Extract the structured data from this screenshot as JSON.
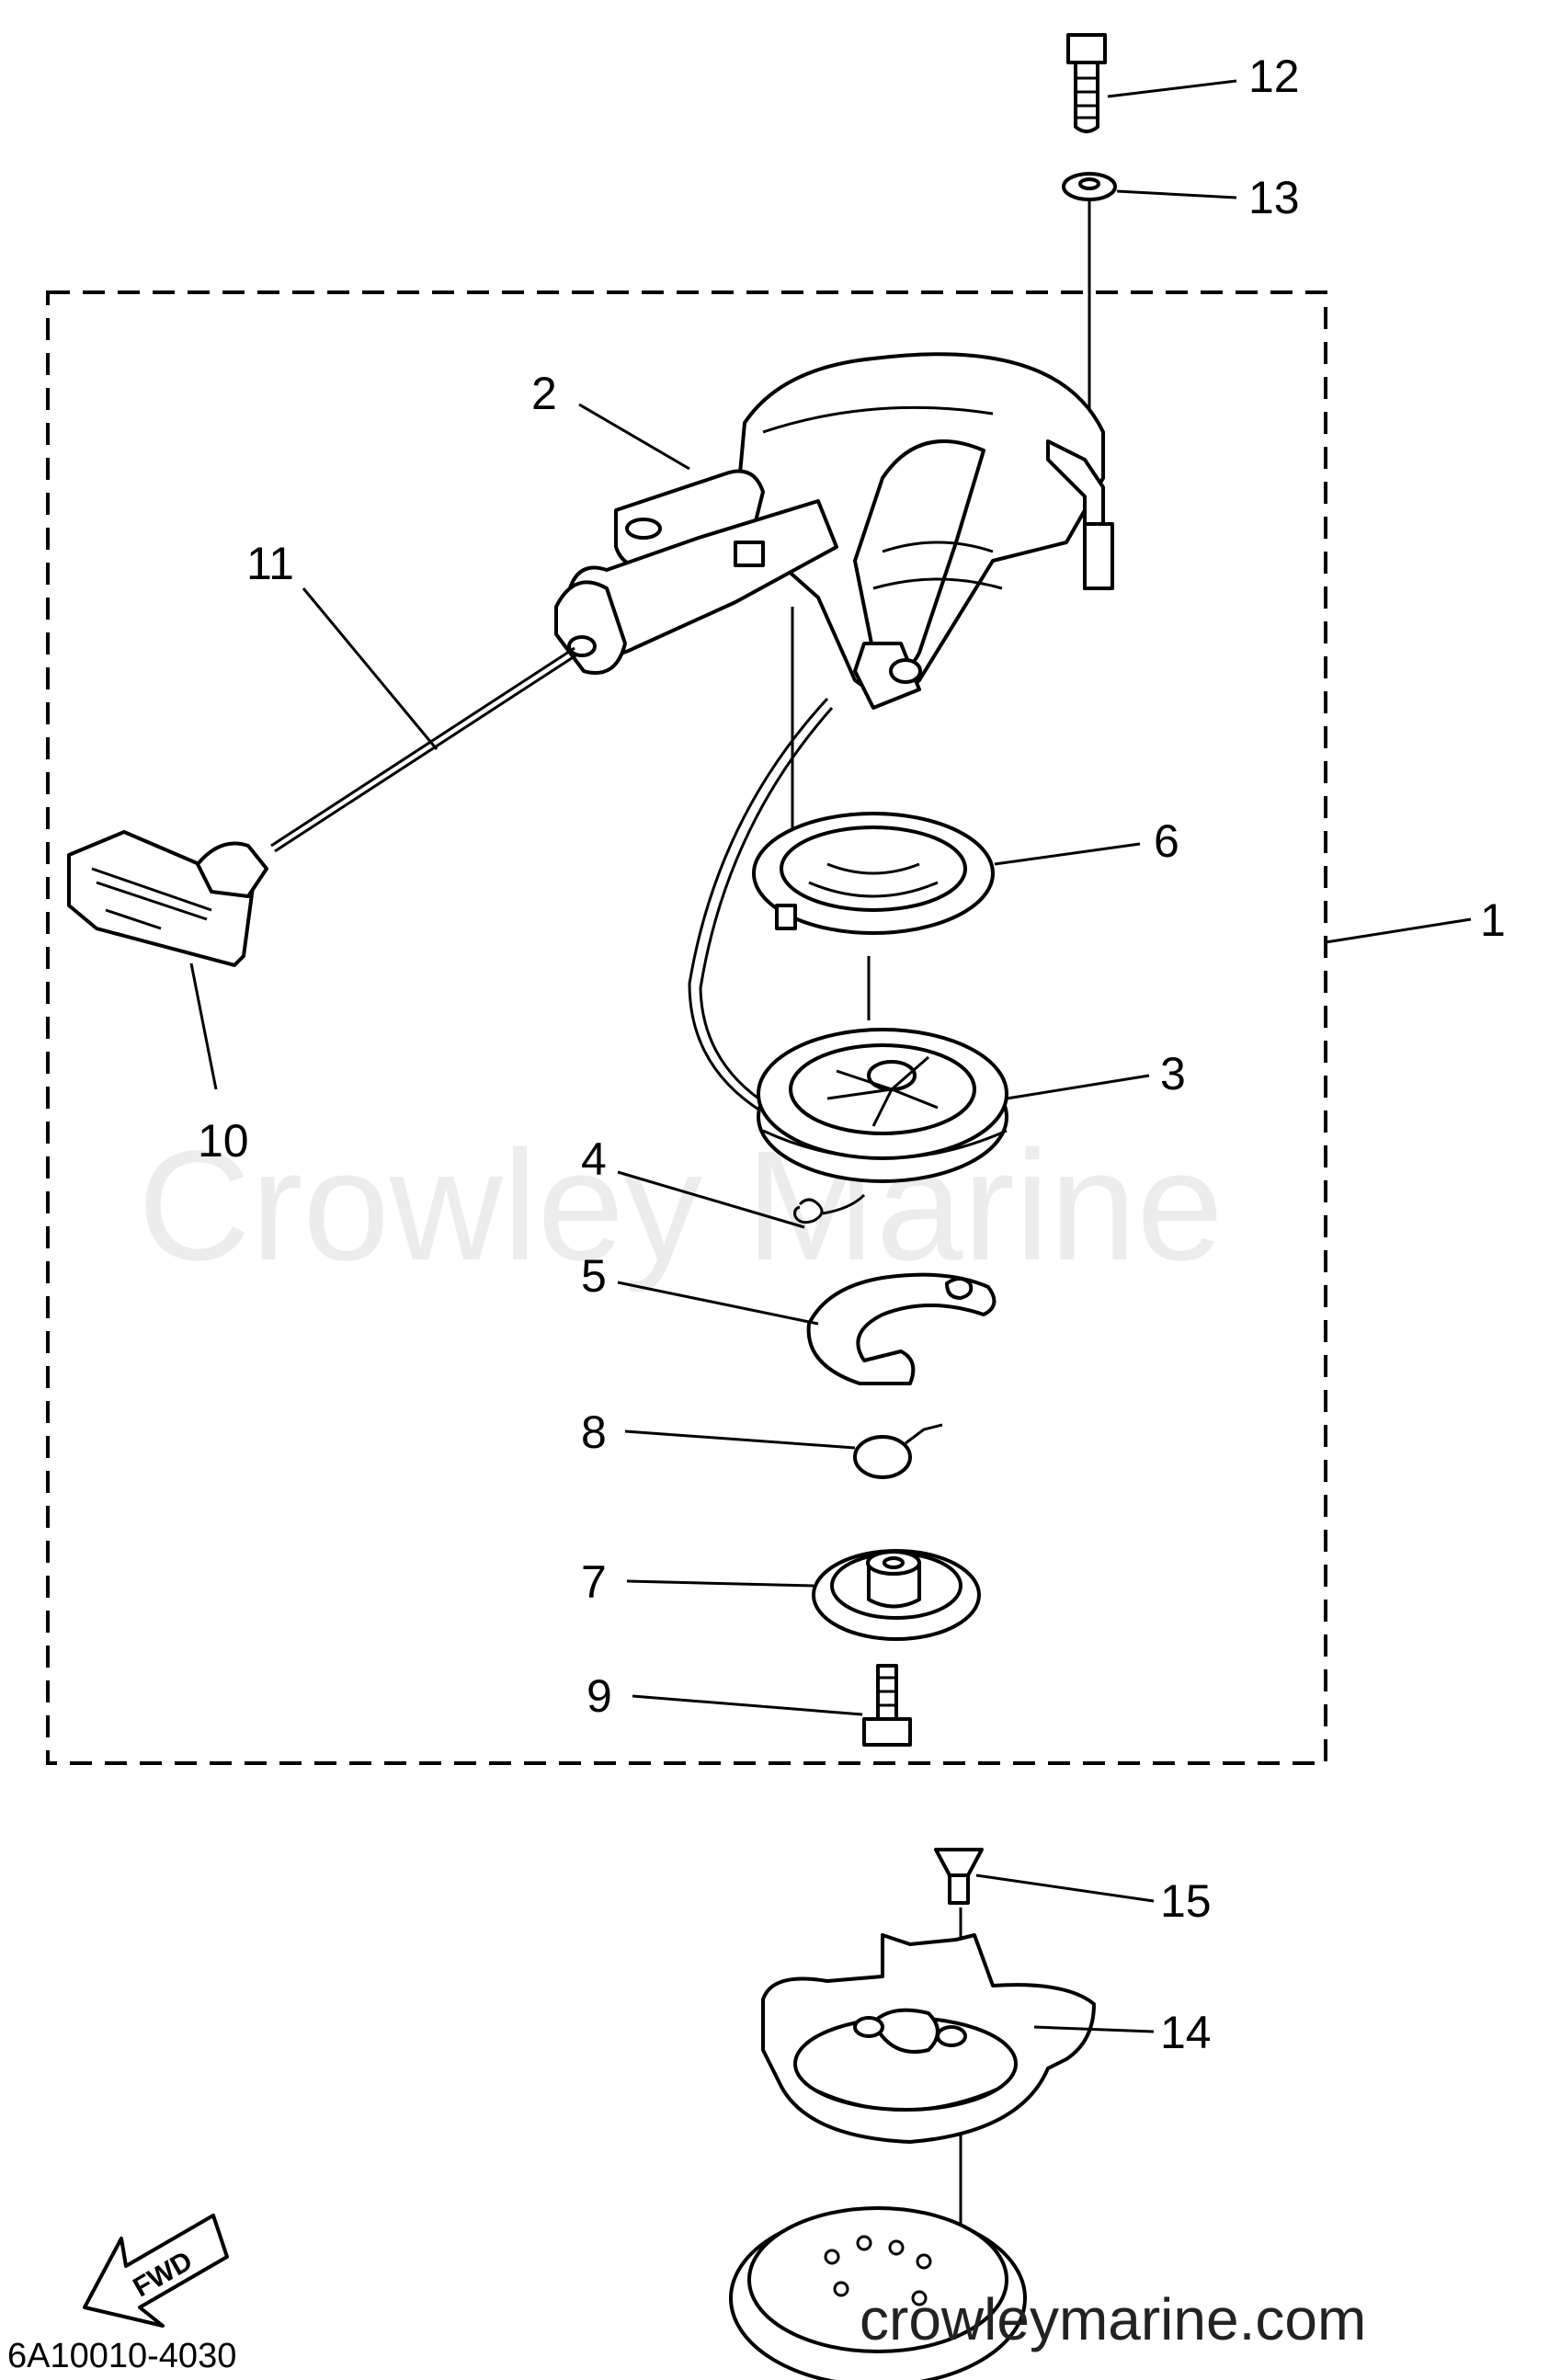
{
  "diagram": {
    "watermark": "Crowley Marine",
    "website": "crowleymarine.com",
    "diagram_code": "6A10010-4030",
    "fwd_label": "FWD",
    "callouts": {
      "p1": "1",
      "p2": "2",
      "p3": "3",
      "p4": "4",
      "p5": "5",
      "p6": "6",
      "p7": "7",
      "p8": "8",
      "p9": "9",
      "p10": "10",
      "p11": "11",
      "p12": "12",
      "p13": "13",
      "p14": "14",
      "p15": "15"
    }
  }
}
